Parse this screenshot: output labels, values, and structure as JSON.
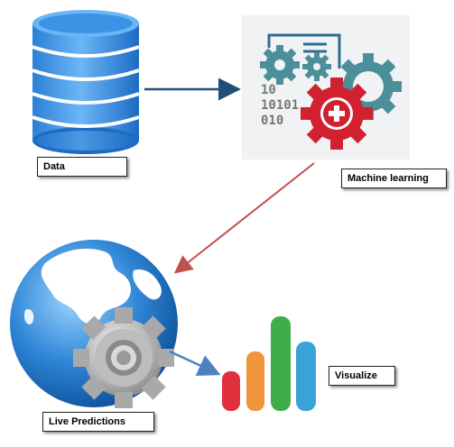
{
  "diagram": {
    "nodes": {
      "data": {
        "label": "Data",
        "icon": "database-icon"
      },
      "machine_learning": {
        "label": "Machine learning",
        "icon": "gears-icon"
      },
      "live_predictions": {
        "label": "Live Predictions",
        "icon": "globe-gear-icon"
      },
      "visualize": {
        "label": "Visualize",
        "icon": "bar-chart-icon"
      }
    },
    "binary_text": [
      "10",
      "10101",
      "010"
    ],
    "edges": [
      {
        "from": "Data",
        "to": "Machine learning",
        "color": "#1f4e79"
      },
      {
        "from": "Machine learning",
        "to": "Live Predictions",
        "color": "#c0504d"
      },
      {
        "from": "Live Predictions",
        "to": "Visualize",
        "color": "#4f81bd"
      }
    ],
    "chart_bar_colors": [
      "#e0303c",
      "#f0953a",
      "#3fae4a",
      "#39a3d9"
    ],
    "colors": {
      "database": "#3b93e6",
      "gear_teal": "#4a8f99",
      "gear_red": "#d1212f",
      "globe_ocean": "#2f86d6",
      "globe_land": "#ffffff",
      "gear_grey": "#a9a9a9"
    }
  }
}
